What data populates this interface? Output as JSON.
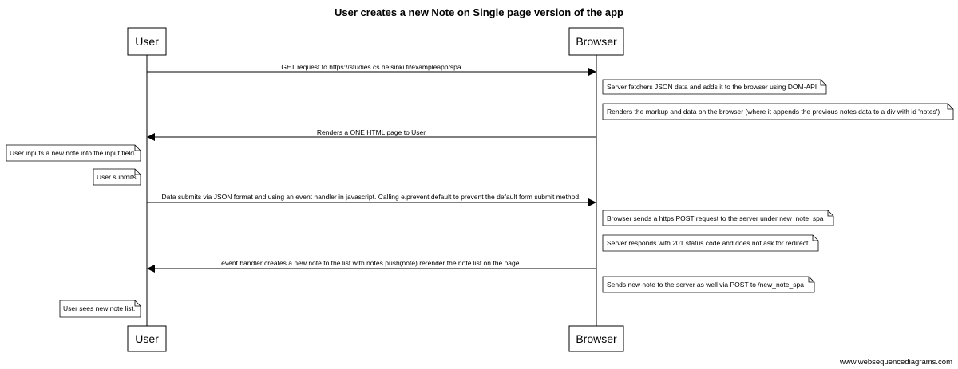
{
  "title": "User creates a new Note on Single page version of the app",
  "actors": {
    "user": "User",
    "browser": "Browser"
  },
  "messages": [
    "GET request to  https://studies.cs.helsinki.fi/exampleapp/spa",
    "Renders a ONE HTML page to User",
    "Data submits via JSON format and using an event handler in javascript. Calling e.prevent default to prevent the default form submit method.",
    "event handler creates a new note to the list with notes.push(note) rerender the note list on the page."
  ],
  "notes": [
    "Server fetchers JSON data and adds it to the browser using DOM-API",
    "Renders the markup and data on the browser (where it appends the previous notes data to a div with id 'notes')",
    "User inputs a new note into the input field",
    "User submits",
    "Browser sends a https POST request to the server under new_note_spa",
    "Server responds with 201 status code and does not ask for redirect",
    "Sends new note to the server as well via POST to /new_note_spa",
    "User sees new note list."
  ],
  "footer": "www.websequencediagrams.com"
}
